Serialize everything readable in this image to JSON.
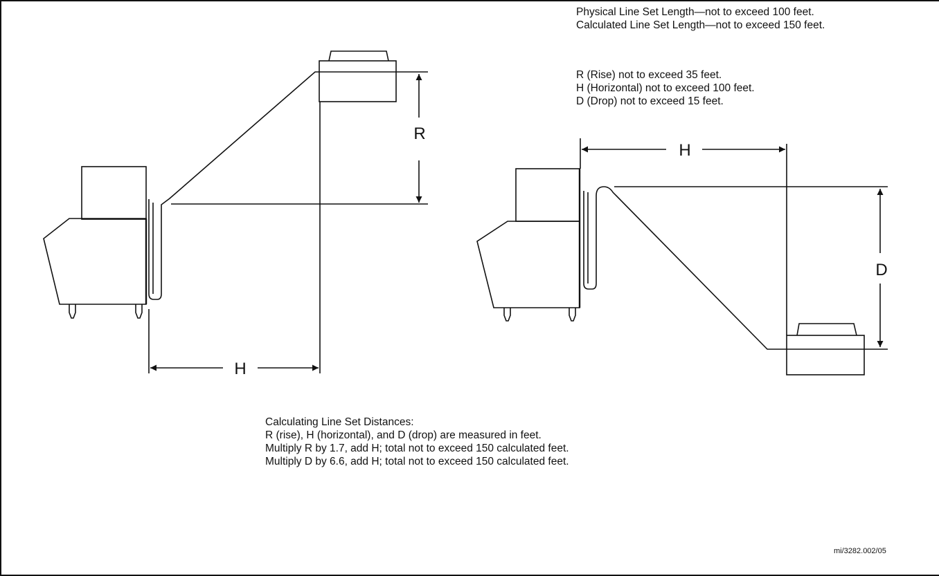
{
  "limits": {
    "physical": "Physical Line Set Length—not to exceed 100 feet.",
    "calculated": "Calculated Line Set Length—not to exceed 150 feet.",
    "rise": "R (Rise) not to exceed 35 feet.",
    "horizontal": "H (Horizontal) not to exceed 100 feet.",
    "drop": "D (Drop) not to exceed 15 feet."
  },
  "calculation": {
    "heading": "Calculating Line Set Distances:",
    "line1": "R (rise), H (horizontal), and D (drop) are measured in feet.",
    "line2": "Multiply R by 1.7, add H; total not to exceed 150 calculated feet.",
    "line3": "Multiply D by 6.6, add H; total not to exceed 150 calculated feet."
  },
  "dimension_labels": {
    "rise_left": "R",
    "horizontal_left": "H",
    "horizontal_right": "H",
    "drop_right": "D"
  },
  "reference_code": "mi/3282.002/05"
}
